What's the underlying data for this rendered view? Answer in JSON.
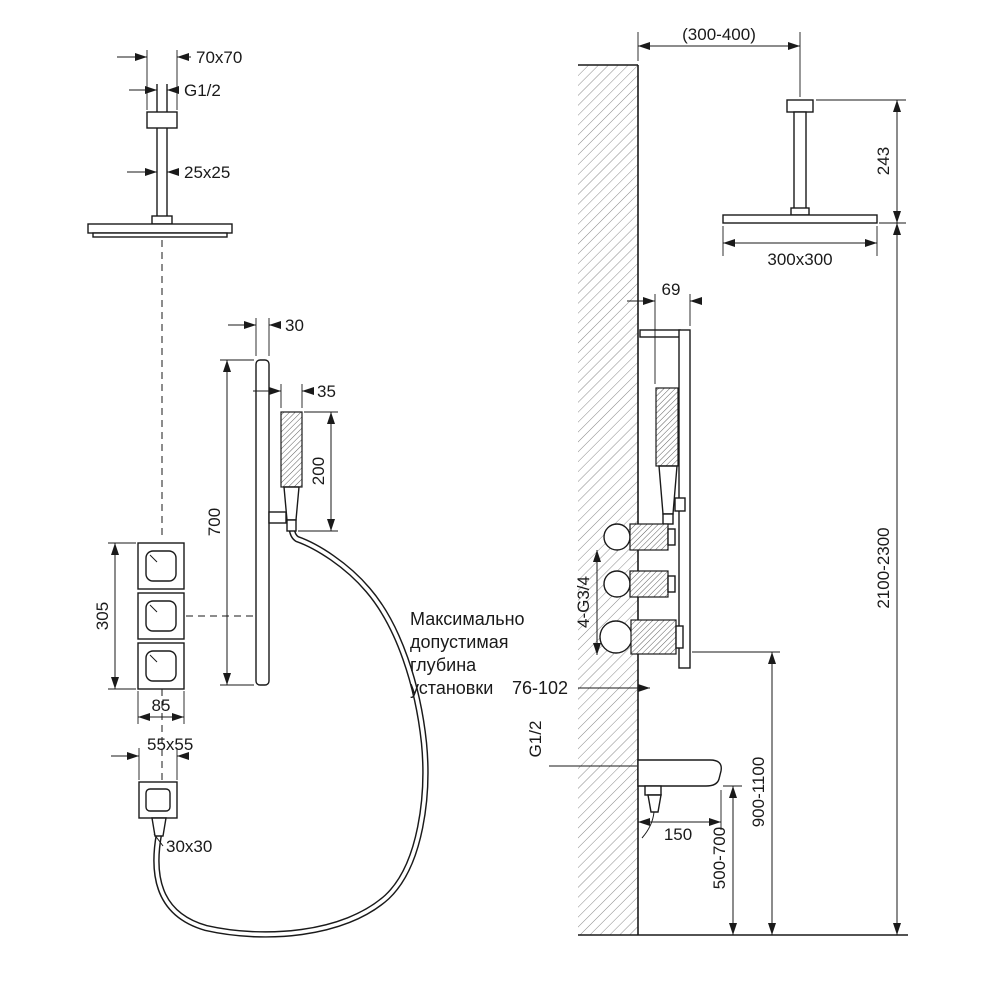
{
  "colors": {
    "line": "#1a1a1a",
    "hatch": "#8a8a8a"
  },
  "front_view": {
    "head_size": "70x70",
    "head_thread": "G1/2",
    "arm_size": "25x25",
    "bar_size": "30",
    "handshower_width": "35",
    "handshower_length": "200",
    "bar_length": "700",
    "valve_group_height": "305",
    "valve_width": "85",
    "outlet_plate": "55x55",
    "outlet_size": "30x30"
  },
  "side_view": {
    "wall_offset": "(300-400)",
    "arm_drop": "243",
    "head_plate": "300x300",
    "panel_depth": "69",
    "valve_threads": "4-G3/4",
    "spout_thread": "G1/2",
    "spout_length": "150",
    "spout_height": "500-700",
    "valve_height": "900-1100",
    "head_height": "2100-2300"
  },
  "note": {
    "lines": [
      "Максимально",
      "допустимая",
      "глубина",
      "установки"
    ],
    "value": "76-102"
  }
}
